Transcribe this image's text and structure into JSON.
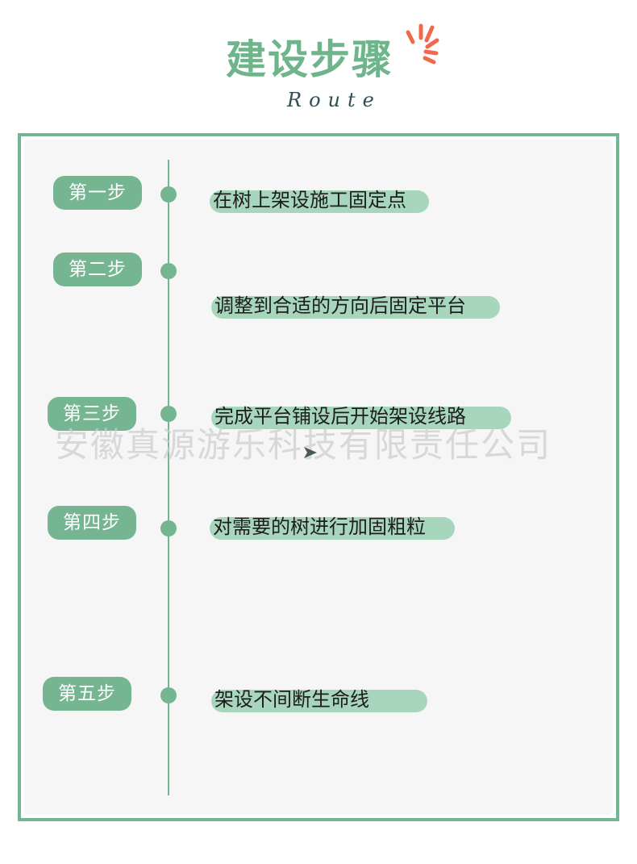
{
  "header": {
    "title": "建设步骤",
    "subtitle": "Route"
  },
  "steps": [
    {
      "label": "第一步",
      "text": "在树上架设施工固定点"
    },
    {
      "label": "第二步",
      "text": "调整到合适的方向后固定平台"
    },
    {
      "label": "第三步",
      "text": "完成平台铺设后开始架设线路"
    },
    {
      "label": "第四步",
      "text": "对需要的树进行加固粗粒"
    },
    {
      "label": "第五步",
      "text": "架设不间断生命线"
    }
  ],
  "watermark": "安徽真源游乐科技有限责任公司",
  "colors": {
    "accent": "#75b592",
    "highlight": "#a8d6bd",
    "burst": "#f0694d",
    "subtitle": "#2e4d57"
  },
  "icons": [
    "sparkle-burst-icon",
    "cursor-arrow-icon"
  ]
}
